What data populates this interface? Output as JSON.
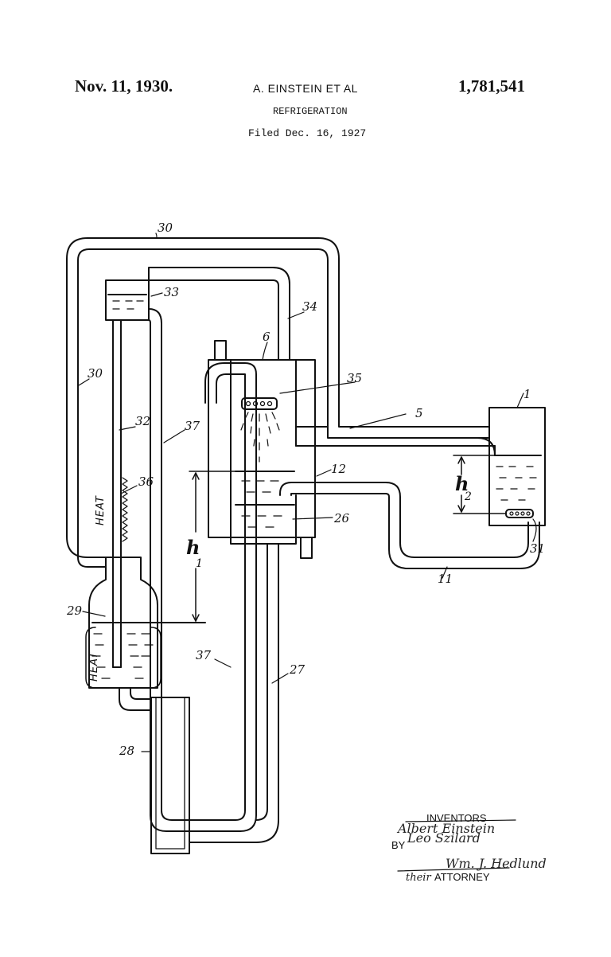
{
  "header": {
    "date": "Nov. 11, 1930.",
    "inventor": "A. EINSTEIN ET AL",
    "patent_number": "1,781,541",
    "title": "REFRIGERATION",
    "filed": "Filed Dec. 16, 1927"
  },
  "figure": {
    "labels": {
      "r30a": "30",
      "r30b": "30",
      "r33": "33",
      "r34": "34",
      "r6": "6",
      "r35": "35",
      "r1": "1",
      "r5": "5",
      "r32": "32",
      "r37a": "37",
      "r36": "36",
      "r12": "12",
      "r26": "26",
      "r31": "31",
      "r11": "11",
      "r29": "29",
      "r37b": "37",
      "r27": "27",
      "r28": "28"
    },
    "heat_labels": [
      "HEAT",
      "HEAT"
    ],
    "heights": {
      "h1_main": "h",
      "h1_sub": "1",
      "h2_main": "h",
      "h2_sub": "2"
    }
  },
  "signature": {
    "inventors_caption": "INVENTORS",
    "by": "BY",
    "attorney_caption": "ATTORNEY",
    "inventor_1_signature": "Albert Einstein",
    "inventor_2_signature": "Leo Szilard",
    "attorney_signature": "Wm. J. Hedlund",
    "attorney_prefix": "their"
  }
}
